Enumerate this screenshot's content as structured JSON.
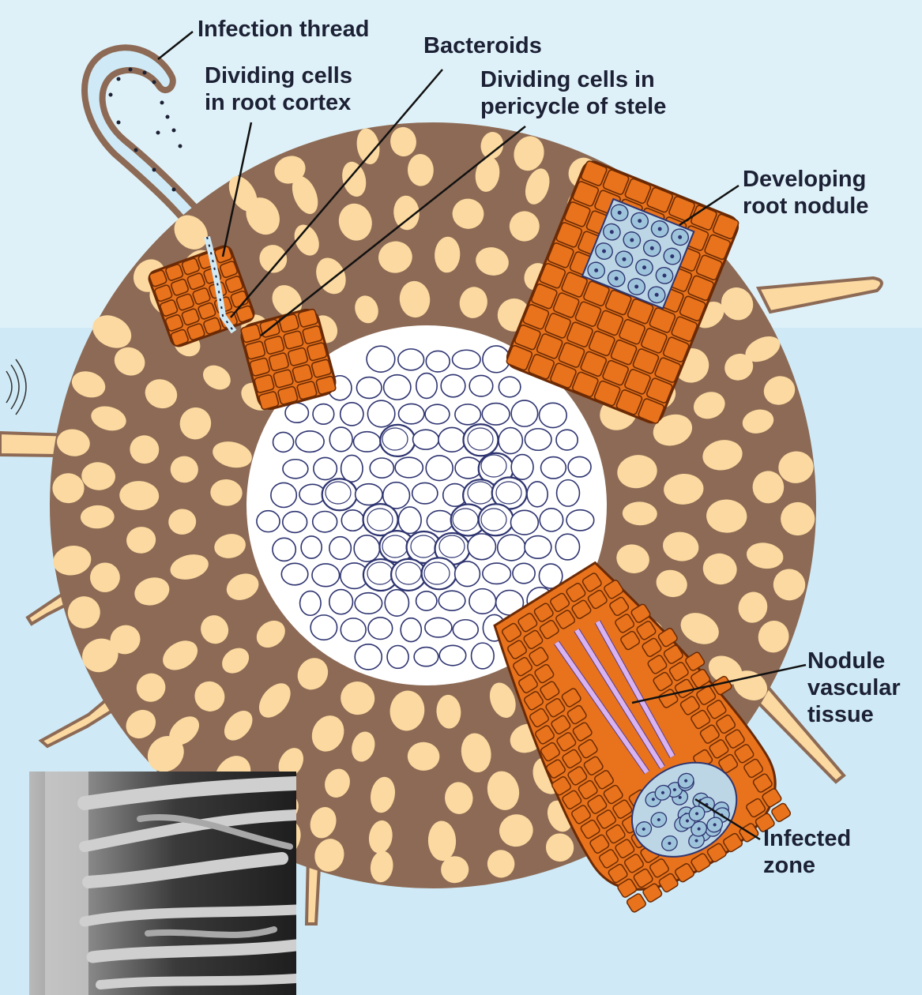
{
  "colors": {
    "background": "#cfeaf6",
    "background_upper_band": "#dff1f8",
    "cortex_matrix": "#8d6a55",
    "cortex_cell": "#fbd9a0",
    "stele_bg": "#ffffff",
    "stele_cell_outline": "#2e3470",
    "nodule_orange": "#e8731c",
    "nodule_cell_outline": "#6b2a05",
    "bacteroid_blue": "#9ec4dc",
    "vascular_strand": "#d9b3ef",
    "label_text": "#1c2135",
    "leader_line": "#111111"
  },
  "labels": {
    "infection_thread": "Infection thread",
    "bacteroids": "Bacteroids",
    "dividing_cortex": [
      "Dividing cells",
      "in root cortex"
    ],
    "dividing_pericycle": [
      "Dividing cells in",
      "pericycle of stele"
    ],
    "developing_nodule": [
      "Developing",
      "root nodule"
    ],
    "vascular_tissue": [
      "Nodule",
      "vascular",
      "tissue"
    ],
    "infected_zone": [
      "Infected",
      "zone"
    ]
  },
  "icons": {
    "micrograph": "root-hair-micrograph"
  }
}
